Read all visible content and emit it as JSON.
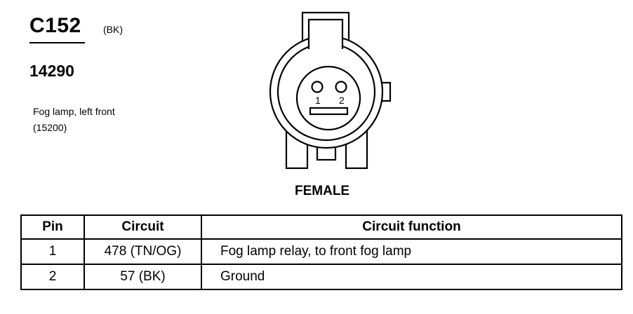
{
  "connector": {
    "id": "C152",
    "color_code": "(BK)",
    "part_number": "14290",
    "description_line1": "Fog lamp, left front",
    "description_line2": "(15200)"
  },
  "diagram": {
    "pin_label_1": "1",
    "pin_label_2": "2",
    "view_label": "FEMALE"
  },
  "table": {
    "headers": [
      "Pin",
      "Circuit",
      "Circuit function"
    ],
    "rows": [
      {
        "pin": "1",
        "circuit": "478 (TN/OG)",
        "function": "Fog lamp relay, to front fog lamp"
      },
      {
        "pin": "2",
        "circuit": "57 (BK)",
        "function": "Ground"
      }
    ]
  }
}
